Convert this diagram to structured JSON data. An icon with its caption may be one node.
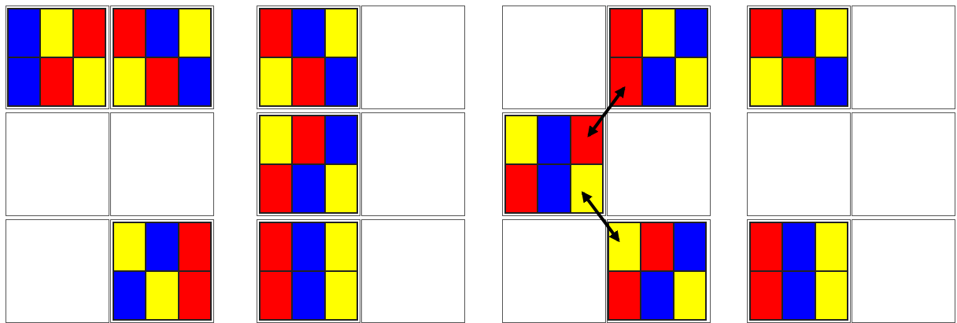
{
  "diagram": {
    "nodes": [
      {
        "text": [],
        "shape": "box"
      },
      {
        "text": [],
        "shape": "box"
      },
      {
        "text": [],
        "shape": "box"
      },
      {
        "text": [],
        "shape": "box"
      },
      {
        "text": [],
        "shape": "box"
      },
      {
        "text": [],
        "shape": "box"
      },
      {
        "text": [],
        "shape": "box"
      },
      {
        "text": [],
        "shape": "box"
      },
      {
        "text": [],
        "shape": "box"
      },
      {
        "text": [],
        "shape": "box"
      },
      {
        "text": [],
        "shape": "box"
      }
    ],
    "edges": [
      {
        "from": 7,
        "to": 6,
        "arrow": "both"
      },
      {
        "from": 7,
        "to": 8,
        "arrow": "both"
      }
    ]
  }
}
